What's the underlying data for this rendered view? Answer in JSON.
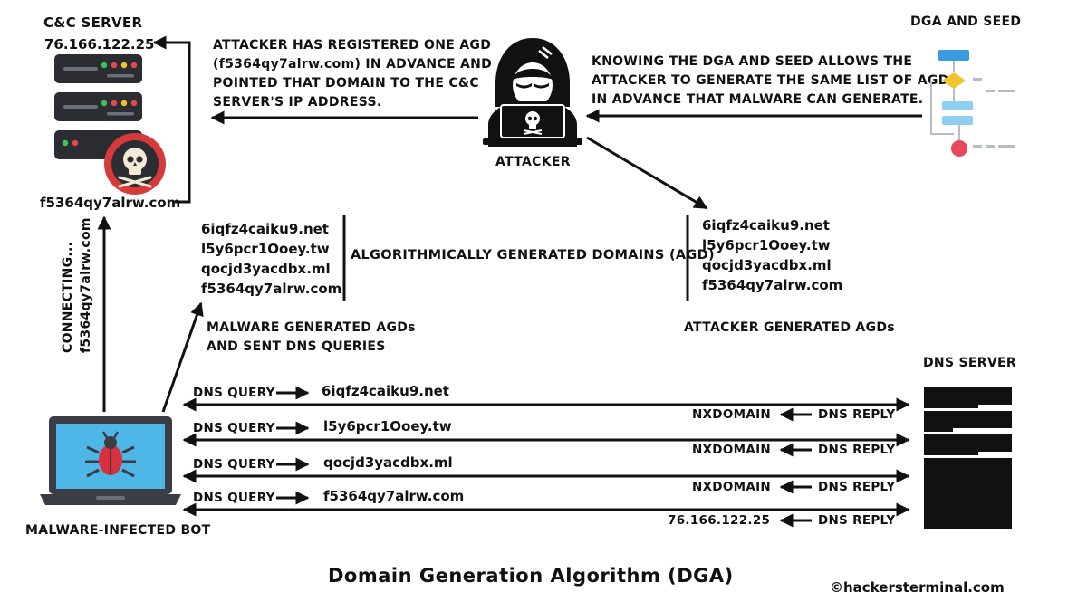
{
  "cc_server": {
    "label": "C&C SERVER",
    "ip": "76.166.122.25",
    "domain": "f5364qy7alrw.com"
  },
  "attacker": {
    "label": "ATTACKER",
    "note_lines": [
      "ATTACKER HAS REGISTERED ONE AGD",
      "(f5364qy7alrw.com) IN ADVANCE AND",
      "POINTED THAT DOMAIN TO THE C&C",
      "SERVER'S IP ADDRESS."
    ]
  },
  "dga_seed": {
    "label": "DGA AND SEED",
    "note_lines": [
      "KNOWING THE DGA AND SEED ALLOWS THE",
      "ATTACKER TO GENERATE THE SAME LIST OF AGD",
      "IN ADVANCE THAT MALWARE CAN GENERATE."
    ]
  },
  "agd": {
    "center_label": "ALGORITHMICALLY GENERATED DOMAINS (AGD)",
    "domains": [
      "6iqfz4caiku9.net",
      "l5y6pcr1Ooey.tw",
      "qocjd3yacdbx.ml",
      "f5364qy7alrw.com"
    ],
    "malware_caption": [
      "MALWARE GENERATED AGDs",
      "AND SENT DNS QUERIES"
    ],
    "attacker_caption": "ATTACKER GENERATED AGDs"
  },
  "bot": {
    "label": "MALWARE-INFECTED BOT",
    "connecting_lines": [
      "CONNECTING...",
      "f5364qy7alrw.com"
    ]
  },
  "dns": {
    "server_label": "DNS SERVER",
    "query_label": "DNS QUERY",
    "reply_label": "DNS REPLY",
    "exchanges": [
      {
        "domain": "6iqfz4caiku9.net",
        "response": "NXDOMAIN"
      },
      {
        "domain": "l5y6pcr1Ooey.tw",
        "response": "NXDOMAIN"
      },
      {
        "domain": "qocjd3yacdbx.ml",
        "response": "NXDOMAIN"
      },
      {
        "domain": "f5364qy7alrw.com",
        "response": "76.166.122.25"
      }
    ]
  },
  "footer": {
    "title": "Domain Generation Algorithm (DGA)",
    "credit": "©hackersterminal.com"
  },
  "colors": {
    "ink": "#111111",
    "server_body": "#2b2d33",
    "led_green": "#3cc45a",
    "led_red": "#e5484d",
    "led_yellow": "#f5c02b",
    "skull_badge": "#d63a3a",
    "screen_blue": "#4fb6e8",
    "bug_red": "#d8313d",
    "flow_blue": "#3a9be0",
    "flow_light": "#8fd0f2",
    "flow_yellow": "#f4c430",
    "flow_red": "#e8485b",
    "flow_gray": "#b8bcc4"
  }
}
